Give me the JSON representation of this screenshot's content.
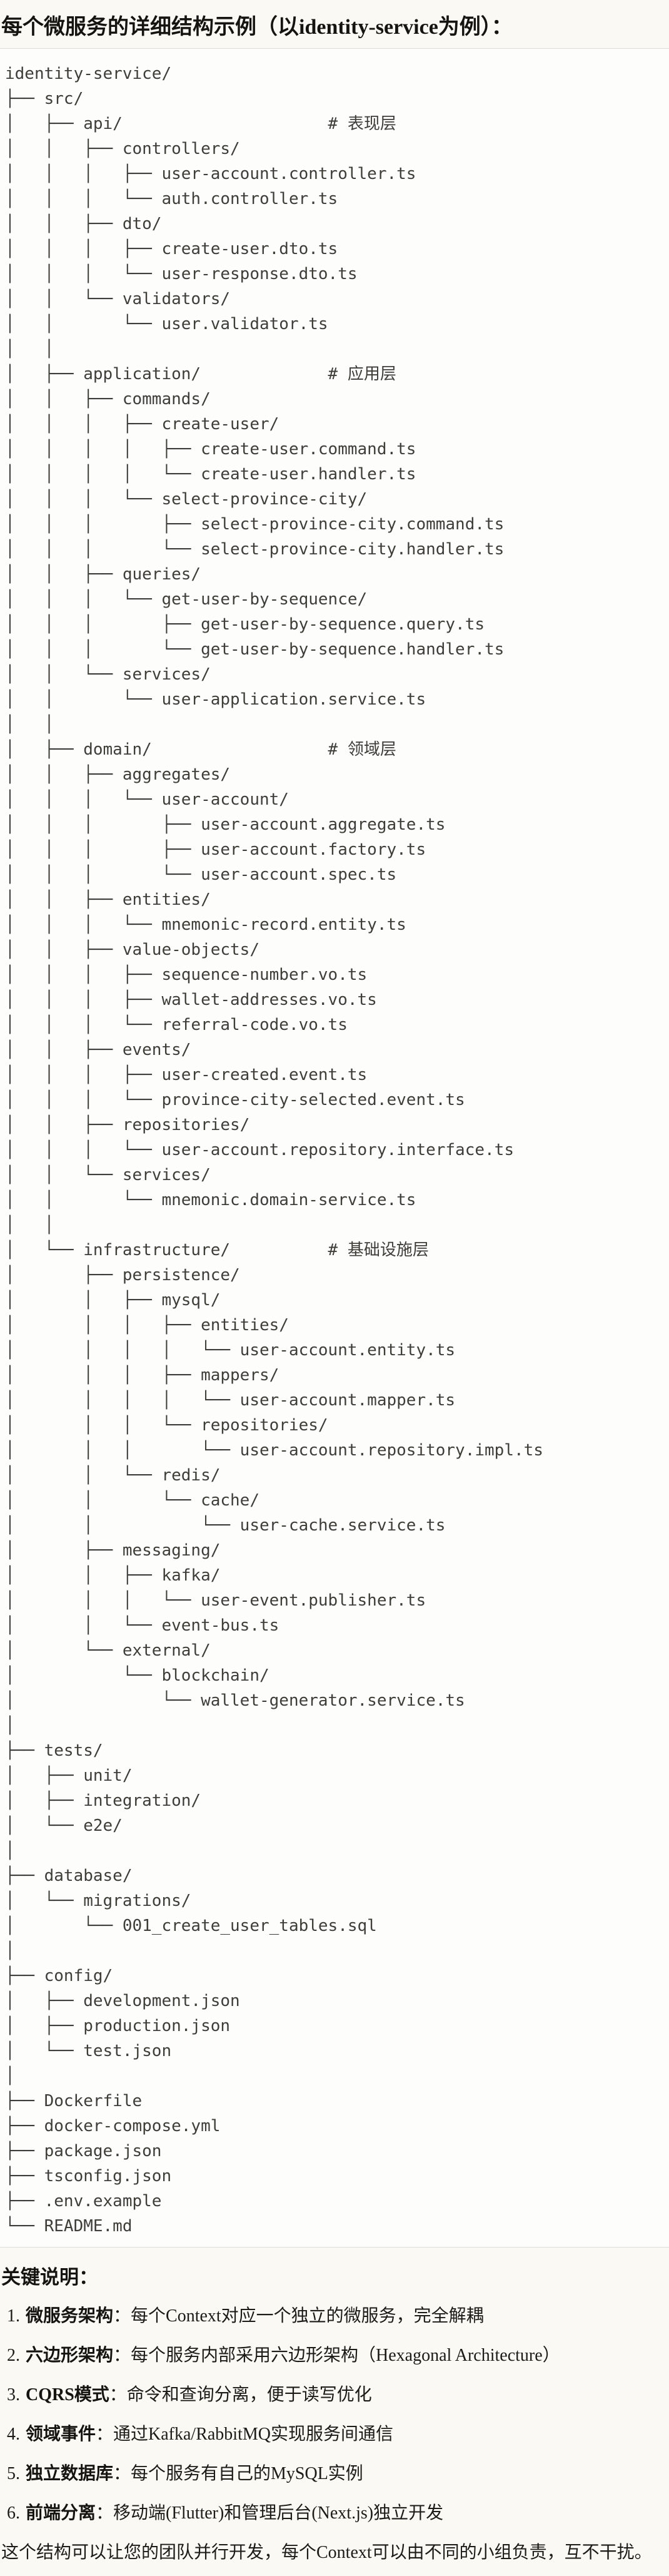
{
  "title": "每个微服务的详细结构示例（以identity-service为例）：",
  "code_block": {
    "lines": [
      "identity-service/",
      "├── src/",
      "│   ├── api/                     # 表现层",
      "│   │   ├── controllers/",
      "│   │   │   ├── user-account.controller.ts",
      "│   │   │   └── auth.controller.ts",
      "│   │   ├── dto/",
      "│   │   │   ├── create-user.dto.ts",
      "│   │   │   └── user-response.dto.ts",
      "│   │   └── validators/",
      "│   │       └── user.validator.ts",
      "│   │",
      "│   ├── application/             # 应用层",
      "│   │   ├── commands/",
      "│   │   │   ├── create-user/",
      "│   │   │   │   ├── create-user.command.ts",
      "│   │   │   │   └── create-user.handler.ts",
      "│   │   │   └── select-province-city/",
      "│   │   │       ├── select-province-city.command.ts",
      "│   │   │       └── select-province-city.handler.ts",
      "│   │   ├── queries/",
      "│   │   │   └── get-user-by-sequence/",
      "│   │   │       ├── get-user-by-sequence.query.ts",
      "│   │   │       └── get-user-by-sequence.handler.ts",
      "│   │   └── services/",
      "│   │       └── user-application.service.ts",
      "│   │",
      "│   ├── domain/                  # 领域层",
      "│   │   ├── aggregates/",
      "│   │   │   └── user-account/",
      "│   │   │       ├── user-account.aggregate.ts",
      "│   │   │       ├── user-account.factory.ts",
      "│   │   │       └── user-account.spec.ts",
      "│   │   ├── entities/",
      "│   │   │   └── mnemonic-record.entity.ts",
      "│   │   ├── value-objects/",
      "│   │   │   ├── sequence-number.vo.ts",
      "│   │   │   ├── wallet-addresses.vo.ts",
      "│   │   │   └── referral-code.vo.ts",
      "│   │   ├── events/",
      "│   │   │   ├── user-created.event.ts",
      "│   │   │   └── province-city-selected.event.ts",
      "│   │   ├── repositories/",
      "│   │   │   └── user-account.repository.interface.ts",
      "│   │   └── services/",
      "│   │       └── mnemonic.domain-service.ts",
      "│   │",
      "│   └── infrastructure/          # 基础设施层",
      "│       ├── persistence/",
      "│       │   ├── mysql/",
      "│       │   │   ├── entities/",
      "│       │   │   │   └── user-account.entity.ts",
      "│       │   │   ├── mappers/",
      "│       │   │   │   └── user-account.mapper.ts",
      "│       │   │   └── repositories/",
      "│       │   │       └── user-account.repository.impl.ts",
      "│       │   └── redis/",
      "│       │       └── cache/",
      "│       │           └── user-cache.service.ts",
      "│       ├── messaging/",
      "│       │   ├── kafka/",
      "│       │   │   └── user-event.publisher.ts",
      "│       │   └── event-bus.ts",
      "│       └── external/",
      "│           └── blockchain/",
      "│               └── wallet-generator.service.ts",
      "│",
      "├── tests/",
      "│   ├── unit/",
      "│   ├── integration/",
      "│   └── e2e/",
      "│",
      "├── database/",
      "│   └── migrations/",
      "│       └── 001_create_user_tables.sql",
      "│",
      "├── config/",
      "│   ├── development.json",
      "│   ├── production.json",
      "│   └── test.json",
      "│",
      "├── Dockerfile",
      "├── docker-compose.yml",
      "├── package.json",
      "├── tsconfig.json",
      "├── .env.example",
      "└── README.md"
    ]
  },
  "notes": {
    "heading": "关键说明：",
    "items": [
      {
        "num": "1.",
        "term": "微服务架构",
        "desc": "：每个Context对应一个独立的微服务，完全解耦"
      },
      {
        "num": "2.",
        "term": "六边形架构",
        "desc": "：每个服务内部采用六边形架构（Hexagonal Architecture）"
      },
      {
        "num": "3.",
        "term": "CQRS模式",
        "desc": "：命令和查询分离，便于读写优化"
      },
      {
        "num": "4.",
        "term": "领域事件",
        "desc": "：通过Kafka/RabbitMQ实现服务间通信"
      },
      {
        "num": "5.",
        "term": "独立数据库",
        "desc": "：每个服务有自己的MySQL实例"
      },
      {
        "num": "6.",
        "term": "前端分离",
        "desc": "：移动端(Flutter)和管理后台(Next.js)独立开发"
      }
    ],
    "closing": "这个结构可以让您的团队并行开发，每个Context可以由不同的小组负责，互不干扰。"
  },
  "colors": {
    "page_bg": "#FAF9F4",
    "code_bg": "#FDFDFB",
    "border": "#DEDCD6",
    "code_text": "#3E3D38",
    "body_text": "#1C1B18"
  }
}
